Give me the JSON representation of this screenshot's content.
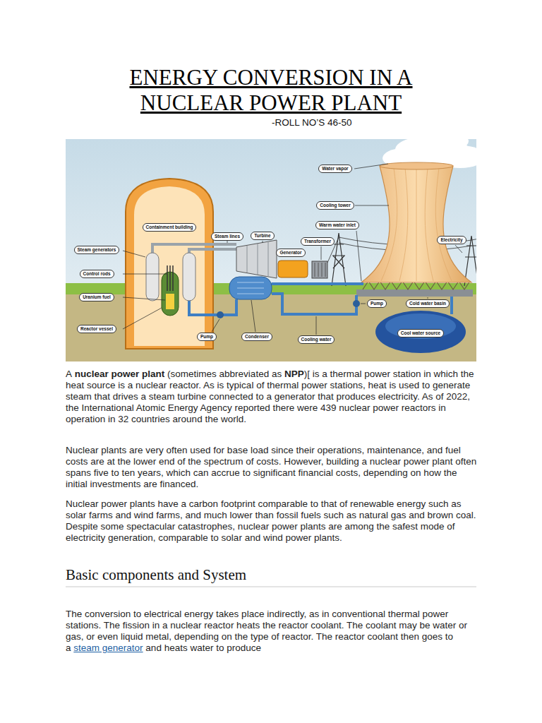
{
  "diagram": {
    "title": "ENERGY CONVERSION IN A NUCLEAR POWER PLANT",
    "nodes": [
      {
        "text": [
          "Water vapor"
        ]
      },
      {
        "text": [
          "Cooling tower"
        ]
      },
      {
        "text": [
          "Warm water inlet"
        ]
      },
      {
        "text": [
          "Containment building"
        ]
      },
      {
        "text": [
          "Steam lines"
        ]
      },
      {
        "text": [
          "Turbine"
        ]
      },
      {
        "text": [
          "Transformer"
        ]
      },
      {
        "text": [
          "Electricity"
        ]
      },
      {
        "text": [
          "Steam generators"
        ]
      },
      {
        "text": [
          "Generator"
        ]
      },
      {
        "text": [
          "Control rods"
        ]
      },
      {
        "text": [
          "Uranium fuel"
        ]
      },
      {
        "text": [
          "Pump"
        ]
      },
      {
        "text": [
          "Cold water basin"
        ]
      },
      {
        "text": [
          "Reactor vessel"
        ]
      },
      {
        "text": [
          "Cool water source"
        ]
      },
      {
        "text": [
          "Pump"
        ]
      },
      {
        "text": [
          "Condenser"
        ]
      },
      {
        "text": [
          "Cooling water"
        ]
      }
    ],
    "labels": [
      "-ROLL NO’S 46-50",
      "A",
      "nuclear power plant",
      "(sometimes abbreviated as",
      "NPP",
      ")[ is a thermal power station in which the heat source is a nuclear reactor. As is typical of thermal power stations, heat is used to generate steam that drives a steam turbine connected to a generator that produces electricity. As of 2022, the International Atomic Energy Agency reported there were 439 nuclear power reactors in operation in 32 countries around the world.",
      "Nuclear plants are very often used for base load since their operations, maintenance, and fuel costs are at the lower end of the spectrum of costs. However, building a nuclear power plant often spans five to ten years, which can accrue to significant financial costs, depending on how the initial investments are financed.",
      "Nuclear power plants have a carbon footprint comparable to that of renewable energy such as solar farms and wind farms, and much lower than fossil fuels such as natural gas and brown coal. Despite some spectacular catastrophes, nuclear power plants are among the safest mode of electricity generation, comparable to solar and wind power plants.",
      "Basic components and System",
      "The conversion to electrical energy takes place indirectly, as in conventional thermal power stations. The fission in a nuclear reactor heats the reactor coolant. The coolant may be water or gas, or even liquid metal, depending on the type of reactor. The reactor coolant then goes to a",
      "steam generator",
      "and heats water to produce"
    ]
  }
}
